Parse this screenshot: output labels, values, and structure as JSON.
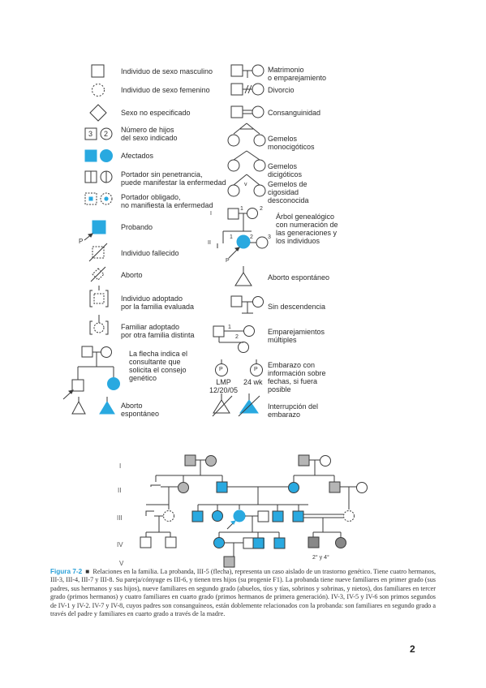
{
  "colors": {
    "affected": "#29a9e0",
    "gray": "#b5b5b5",
    "line": "#3a3a3a"
  },
  "legend_left": [
    "Individuo de sexo masculino",
    "Individuo de sexo femenino",
    "Sexo no especificado",
    "Número de hijos\ndel sexo indicado",
    "Afectados",
    "Portador sin penetrancia,\npuede manifestar la enfermedad",
    "Portador obligado,\nno manifiesta la enfermedad",
    "Probando",
    "Individuo fallecido",
    "Aborto",
    "Individuo adoptado\npor la familia evaluada",
    "Familiar adoptado\npor otra familia distinta",
    "La flecha indica el\nconsultante que\nsolicita el consejo\ngenético",
    "Aborto\nespontáneo"
  ],
  "legend_right": [
    "Matrimonio\no emparejamiento",
    "Divorcio",
    "Consanguinidad",
    "Gemelos\nmonocigóticos",
    "Gemelos\ndicigóticos",
    "Gemelos de\ncigosidad\ndesconocida",
    "Árbol genealógico\ncon numeración de\nlas generaciones y\nlos individuos",
    "Aborto espontáneo",
    "Sin descendencia",
    "Emparejamientos\nmúltiples",
    "Embarazo con\ninformación sobre\nfechas, si fuera\nposible",
    "Interrupción del\nembarazo"
  ],
  "symbol_text": {
    "count_3": "3",
    "count_2": "2",
    "P": "P",
    "P_probando": "P",
    "gen_I": "I",
    "gen_II": "II",
    "n1": "1",
    "n2": "2",
    "n3": "3",
    "lmp": "LMP\n12/20/05",
    "wk": "24 wk",
    "v": "v"
  },
  "pedigree": {
    "generations": [
      "I",
      "II",
      "III",
      "IV",
      "V"
    ],
    "note": "2° y 4°"
  },
  "caption": {
    "figure": "Figura 7-2",
    "text": "Relaciones en la familia. La probanda, III-5 (flecha), representa un caso aislado de un trastorno genético. Tiene cuatro hermanos, III-3, III-4, III-7 y III-8. Su pareja/cónyuge es III-6, y tienen tres hijos (su progenie F1). La probanda tiene nueve familiares en primer grado (sus padres, sus hermanos y sus hijos), nueve familiares en segundo grado (abuelos, tíos y tías, sobrinos y sobrinas, y nietos), dos familiares en tercer grado (primos hermanos) y cuatro familiares en cuarto grado (primos hermanos de primera generación). IV-3, IV-5 y IV-6 son primos segundos de IV-1 y IV-2. IV-7 y IV-8, cuyos padres son consanguíneos, están doblemente relacionados con la probanda: son familiares en segundo grado a través del padre y familiares en cuarto grado a través de la madre."
  },
  "page_number": "2"
}
